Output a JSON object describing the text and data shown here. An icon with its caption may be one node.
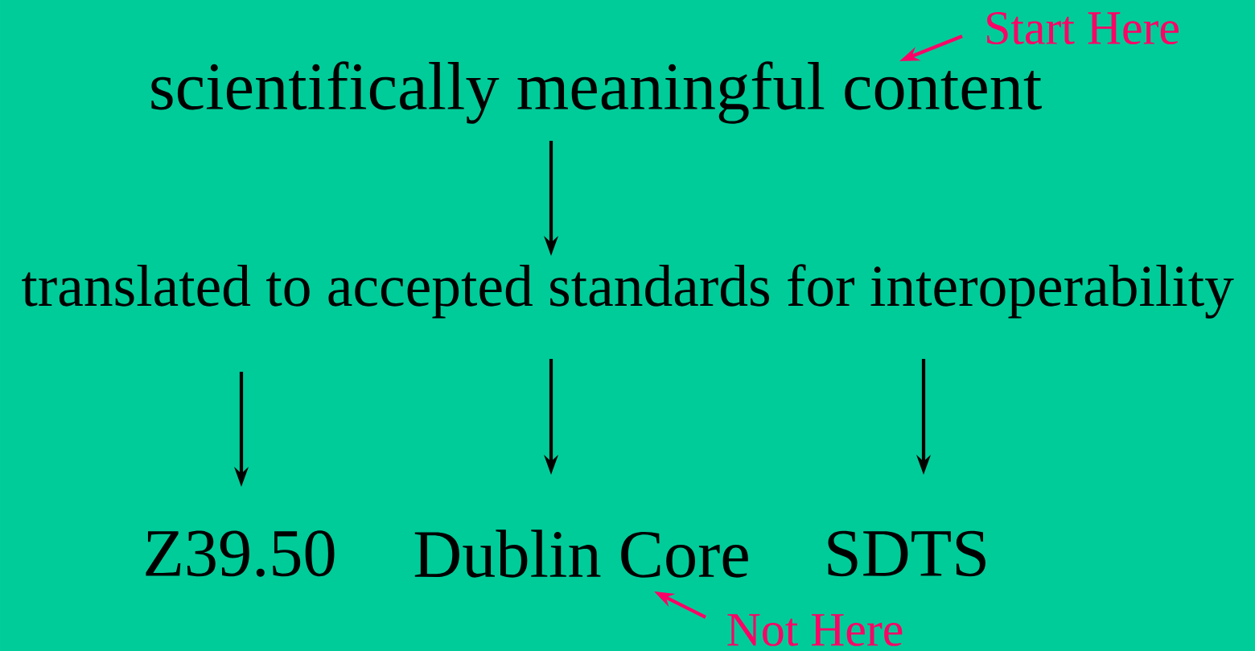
{
  "diagram": {
    "nodes": [
      {
        "text": [
          "scientifically meaningful content"
        ]
      },
      {
        "text": [
          "translated to accepted standards for interoperability"
        ]
      },
      {
        "text": [
          "Z39.50"
        ]
      },
      {
        "text": [
          "Dublin Core"
        ]
      },
      {
        "text": [
          "SDTS"
        ]
      },
      {
        "text": [
          "Start Here"
        ]
      },
      {
        "text": [
          "Not Here"
        ]
      }
    ],
    "edges": [
      {
        "from": 0,
        "to": 1,
        "arrow": "to"
      },
      {
        "from": 1,
        "to": 2,
        "arrow": "to"
      },
      {
        "from": 1,
        "to": 3,
        "arrow": "to"
      },
      {
        "from": 1,
        "to": 4,
        "arrow": "to"
      },
      {
        "from": 5,
        "to": 0,
        "arrow": "to",
        "color": "#ff0066"
      },
      {
        "from": 6,
        "to": 3,
        "arrow": "to",
        "color": "#ff0066"
      }
    ]
  }
}
